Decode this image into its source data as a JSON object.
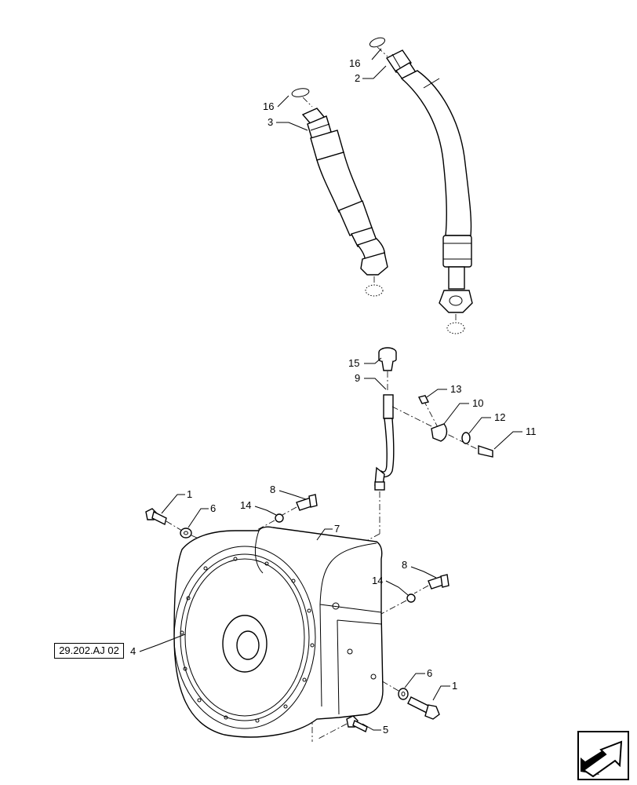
{
  "callouts": {
    "c1a": "1",
    "c1b": "1",
    "c2": "2",
    "c3": "3",
    "c4": "4",
    "c5": "5",
    "c6a": "6",
    "c6b": "6",
    "c7": "7",
    "c8a": "8",
    "c8b": "8",
    "c9": "9",
    "c10": "10",
    "c11": "11",
    "c12": "12",
    "c13": "13",
    "c14a": "14",
    "c14b": "14",
    "c15": "15",
    "c16a": "16",
    "c16b": "16"
  },
  "reference": {
    "label": "29.202.AJ 02"
  },
  "nav": {
    "icon": "next-page-arrow-icon"
  }
}
